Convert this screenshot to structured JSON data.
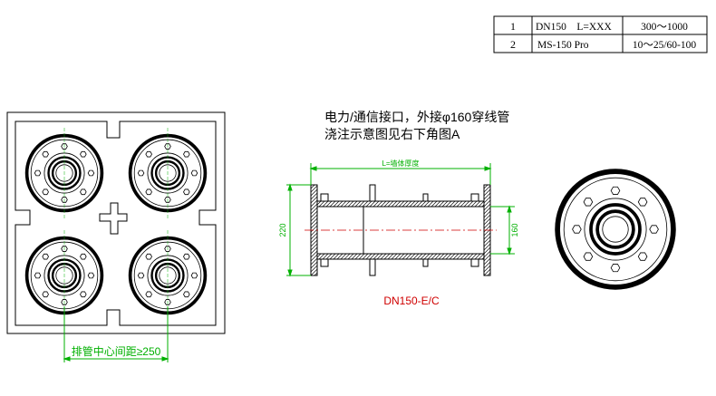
{
  "spec_table": {
    "rows": [
      {
        "no": "1",
        "model": "DN150　L=XXX",
        "range": "300～1000"
      },
      {
        "no": "2",
        "model": "MS-150 Pro",
        "range": "10～25/60-100"
      }
    ]
  },
  "note": {
    "line1": "电力/通信接口，外接φ160穿线管",
    "line2": "浇注示意图见右下角图A"
  },
  "dimensions": {
    "length": "L=墙体厚度",
    "height": "220",
    "pipe": "160",
    "spacing": "排管中心间距≥250"
  },
  "part_label": "DN150-E/C",
  "colors": {
    "line": "#000000",
    "dimension": "#00b000",
    "center": "#d00000",
    "label": "#d00000"
  }
}
